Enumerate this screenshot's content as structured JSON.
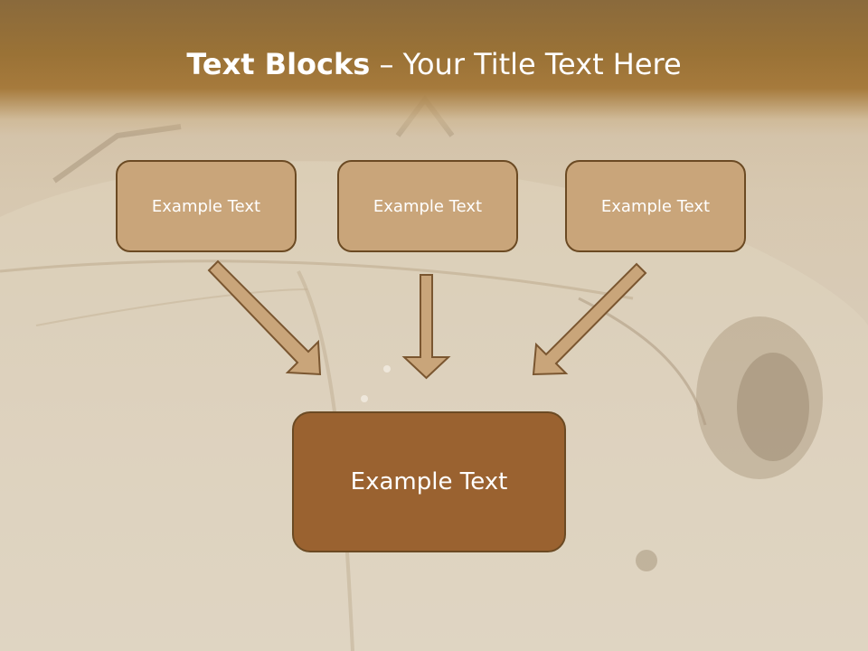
{
  "title": {
    "bold": "Text Blocks",
    "dash": " – ",
    "rest": "Your Title Text Here"
  },
  "blocks": [
    {
      "label": "Example Text"
    },
    {
      "label": "Example Text"
    },
    {
      "label": "Example Text"
    }
  ],
  "main_block": {
    "label": "Example Text"
  },
  "colors": {
    "title_bar": "#9a7236",
    "small_block_fill": "#c9a57a",
    "main_block_fill": "#9a6230",
    "block_border": "#6b4a23",
    "arrow_fill": "#c9a57a"
  }
}
